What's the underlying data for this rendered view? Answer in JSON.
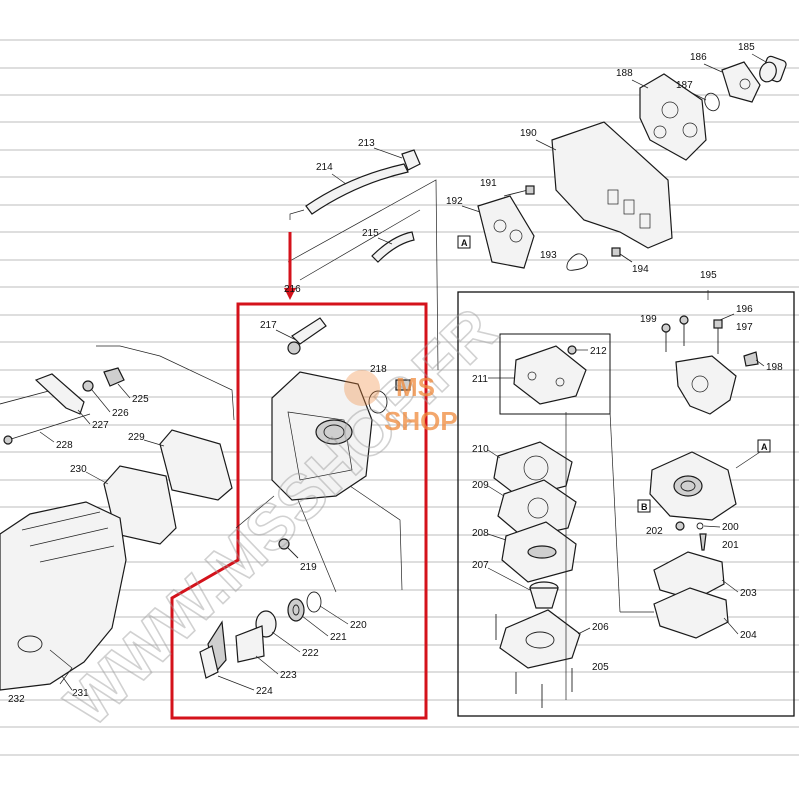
{
  "labels": {
    "p185": "185",
    "p186": "186",
    "p187": "187",
    "p188": "188",
    "p190": "190",
    "p191": "191",
    "p192": "192",
    "p193": "193",
    "p194": "194",
    "p195": "195",
    "p196": "196",
    "p197": "197",
    "p198": "198",
    "p199": "199",
    "p200": "200",
    "p201": "201",
    "p202": "202",
    "p203": "203",
    "p204": "204",
    "p205": "205",
    "p206": "206",
    "p207": "207",
    "p208": "208",
    "p209": "209",
    "p210": "210",
    "p211": "211",
    "p212": "212",
    "p213": "213",
    "p214": "214",
    "p215": "215",
    "p216": "216",
    "p217": "217",
    "p218": "218",
    "p219": "219",
    "p220": "220",
    "p221": "221",
    "p222": "222",
    "p223": "223",
    "p224": "224",
    "p225": "225",
    "p226": "226",
    "p227": "227",
    "p228": "228",
    "p229": "229",
    "p230": "230",
    "p231": "231",
    "p232": "232"
  },
  "ref_tags": {
    "a": "A",
    "b": "B"
  },
  "watermark": {
    "text": "WWW.MSSHOP.FR",
    "logo_line1": "MS",
    "logo_line2": "SHOP"
  },
  "colors": {
    "callout": "#d4121b",
    "logo": "#f08a3c"
  }
}
